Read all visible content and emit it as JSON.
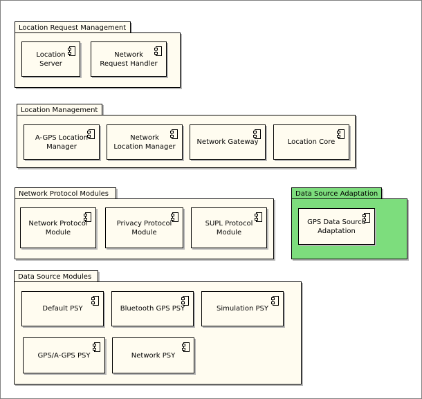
{
  "packages": {
    "location_request_management": {
      "title": "Location Request Management",
      "components": [
        {
          "line1": "Location",
          "line2": "Server"
        },
        {
          "line1": "Network",
          "line2": "Request Handler"
        }
      ]
    },
    "location_management": {
      "title": "Location Management",
      "components": [
        {
          "line1": "A-GPS Location",
          "line2": "Manager"
        },
        {
          "line1": "Network",
          "line2": "Location Manager"
        },
        {
          "line1": "Network Gateway",
          "line2": ""
        },
        {
          "line1": "Location Core",
          "line2": ""
        }
      ]
    },
    "network_protocol_modules": {
      "title": "Network Protocol Modules",
      "components": [
        {
          "line1": "Network Protocol",
          "line2": "Module"
        },
        {
          "line1": "Privacy Protocol",
          "line2": "Module"
        },
        {
          "line1": "SUPL Protocol",
          "line2": "Module"
        }
      ]
    },
    "data_source_adaptation": {
      "title": "Data Source Adaptation",
      "fill_color": "#7ddd7d",
      "components": [
        {
          "line1": "GPS Data Source",
          "line2": "Adaptation"
        }
      ]
    },
    "data_source_modules": {
      "title": "Data Source Modules",
      "components": [
        {
          "line1": "Default PSY",
          "line2": ""
        },
        {
          "line1": "Bluetooth GPS PSY",
          "line2": ""
        },
        {
          "line1": "Simulation PSY",
          "line2": ""
        },
        {
          "line1": "GPS/A-GPS PSY",
          "line2": ""
        },
        {
          "line1": "Network PSY",
          "line2": ""
        }
      ]
    }
  },
  "icons": {
    "component": "uml-component-icon"
  }
}
